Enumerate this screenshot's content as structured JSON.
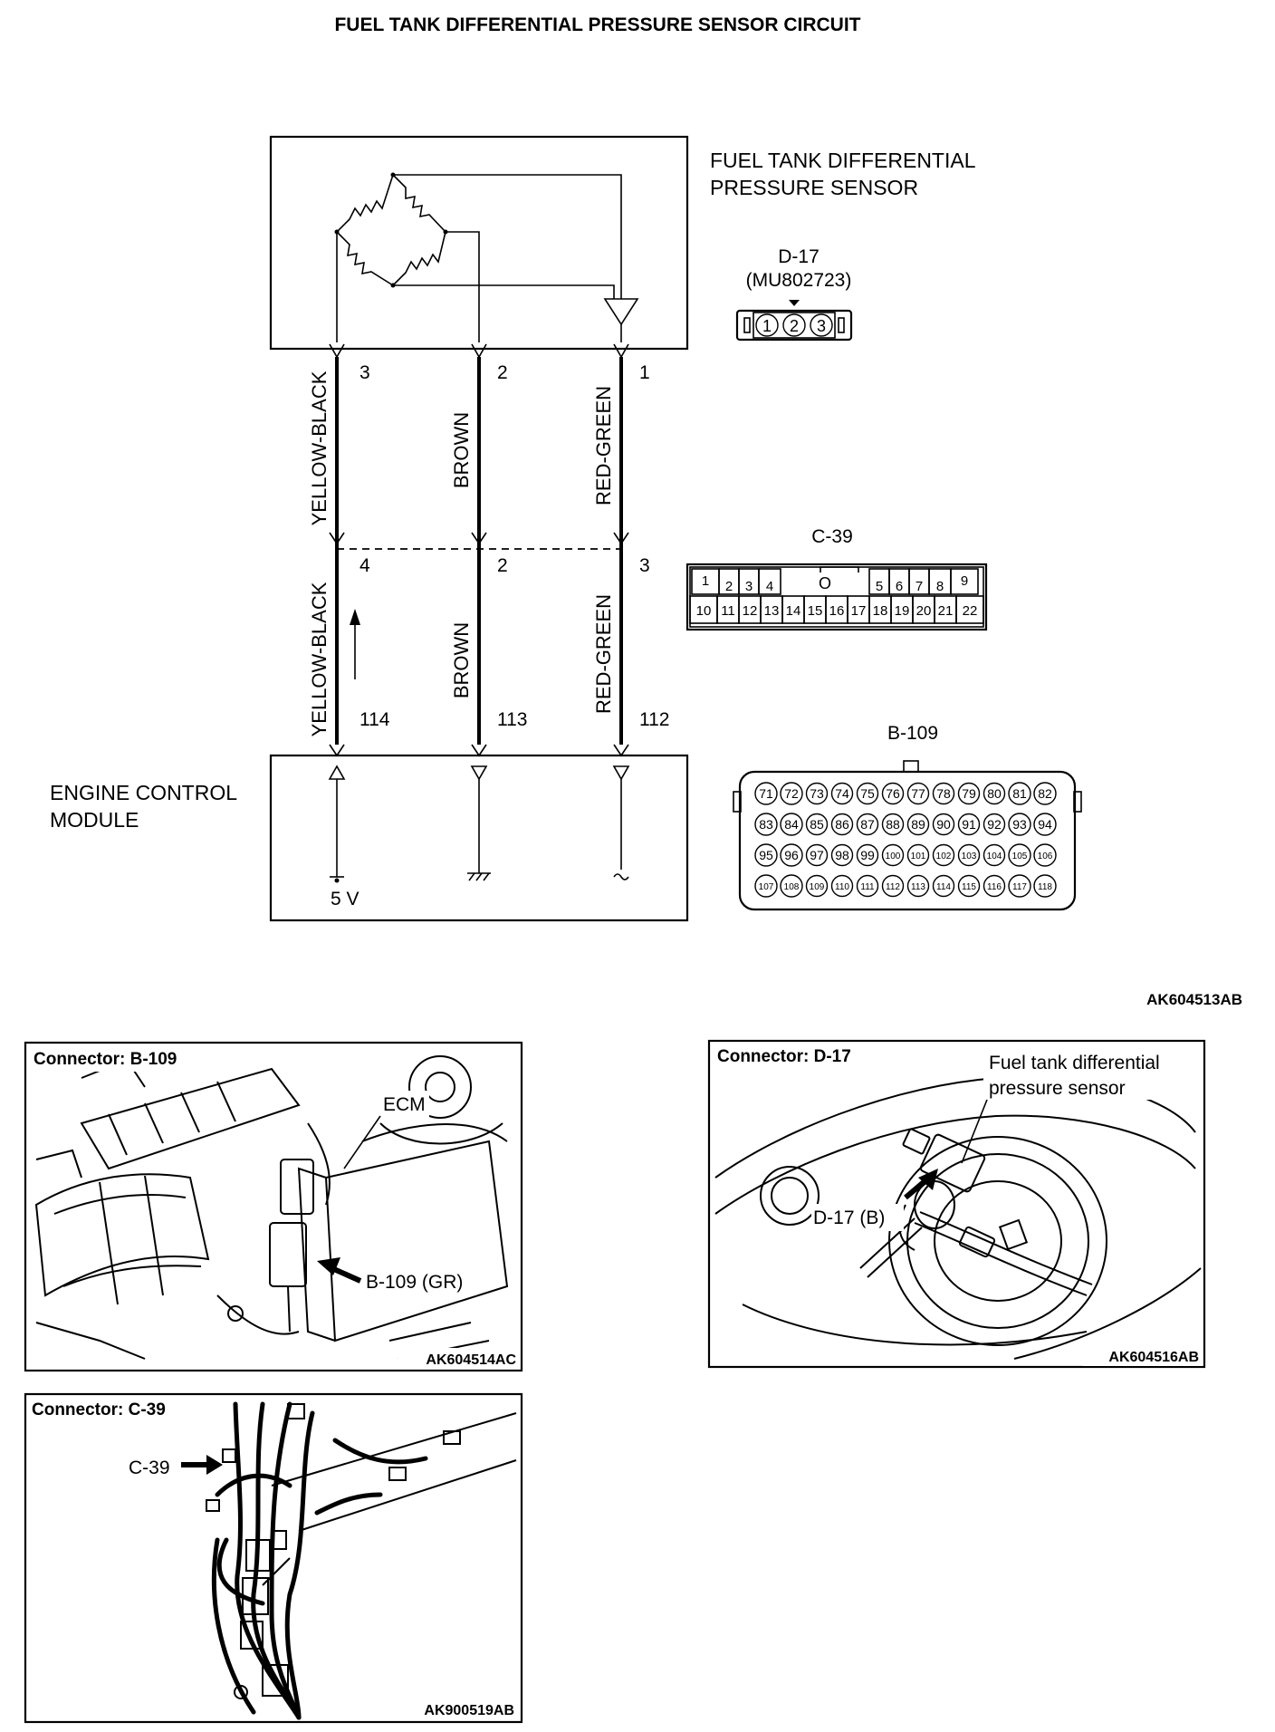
{
  "title": "FUEL TANK DIFFERENTIAL PRESSURE SENSOR CIRCUIT",
  "sensor": {
    "label_line1": "FUEL TANK DIFFERENTIAL",
    "label_line2": "PRESSURE SENSOR"
  },
  "ecm": {
    "label_line1": "ENGINE CONTROL",
    "label_line2": "MODULE",
    "supply_label": "5 V"
  },
  "wires": [
    {
      "color_name": "YELLOW-BLACK",
      "sensor_pin": "3",
      "c39_pin": "4",
      "ecm_pin": "114"
    },
    {
      "color_name": "BROWN",
      "sensor_pin": "2",
      "c39_pin": "2",
      "ecm_pin": "113"
    },
    {
      "color_name": "RED-GREEN",
      "sensor_pin": "1",
      "c39_pin": "3",
      "ecm_pin": "112"
    }
  ],
  "connectors": {
    "d17": {
      "name": "D-17",
      "part": "(MU802723)",
      "pins": [
        "1",
        "2",
        "3"
      ]
    },
    "c39": {
      "name": "C-39",
      "top_pins": [
        "1",
        "2",
        "3",
        "4",
        "O",
        "5",
        "6",
        "7",
        "8",
        "9"
      ],
      "bottom_pins": [
        "10",
        "11",
        "12",
        "13",
        "14",
        "15",
        "16",
        "17",
        "18",
        "19",
        "20",
        "21",
        "22"
      ]
    },
    "b109": {
      "name": "B-109",
      "rows": [
        [
          "71",
          "72",
          "73",
          "74",
          "75",
          "76",
          "77",
          "78",
          "79",
          "80",
          "81",
          "82"
        ],
        [
          "83",
          "84",
          "85",
          "86",
          "87",
          "88",
          "89",
          "90",
          "91",
          "92",
          "93",
          "94"
        ],
        [
          "95",
          "96",
          "97",
          "98",
          "99",
          "100",
          "101",
          "102",
          "103",
          "104",
          "105",
          "106"
        ],
        [
          "107",
          "108",
          "109",
          "110",
          "111",
          "112",
          "113",
          "114",
          "115",
          "116",
          "117",
          "118"
        ]
      ]
    }
  },
  "diagram_code": "AK604513AB",
  "photos": {
    "b109": {
      "title": "Connector: B-109",
      "ecm_label": "ECM",
      "pointer_label": "B-109 (GR)",
      "code": "AK604514AC"
    },
    "d17": {
      "title": "Connector: D-17",
      "sensor_label_line1": "Fuel tank differential",
      "sensor_label_line2": "pressure sensor",
      "pointer_label": "D-17 (B)",
      "code": "AK604516AB"
    },
    "c39": {
      "title": "Connector: C-39",
      "pointer_label": "C-39",
      "code": "AK900519AB"
    }
  }
}
